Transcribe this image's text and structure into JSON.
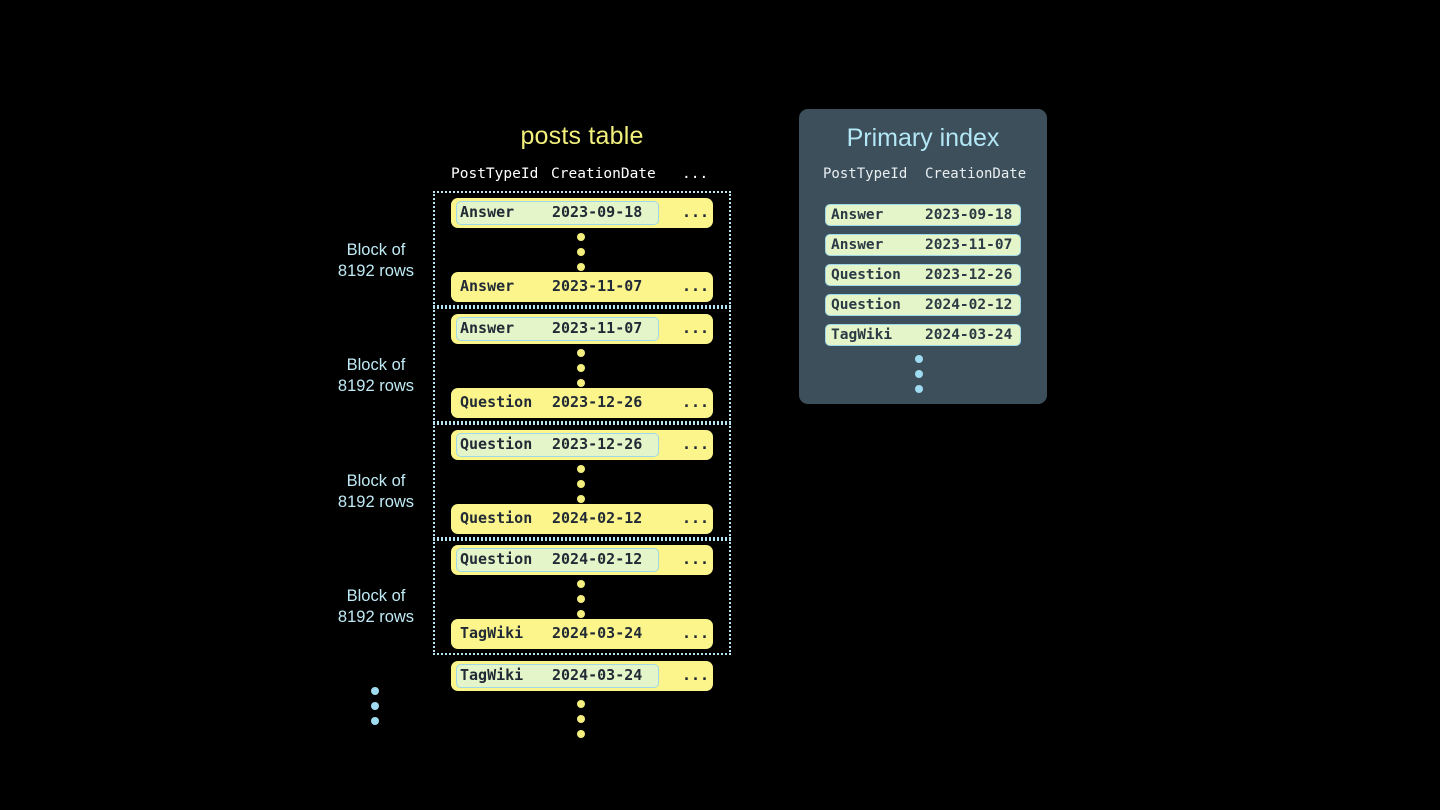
{
  "table": {
    "title": "posts table",
    "columns": [
      "PostTypeId",
      "CreationDate",
      "..."
    ],
    "blocks": [
      {
        "label_line1": "Block of",
        "label_line2": "8192 rows",
        "first_row": {
          "type": "Answer",
          "date": "2023-09-18",
          "more": "...",
          "marked": true
        },
        "last_row": {
          "type": "Answer",
          "date": "2023-11-07",
          "more": "...",
          "marked": false
        }
      },
      {
        "label_line1": "Block of",
        "label_line2": "8192 rows",
        "first_row": {
          "type": "Answer",
          "date": "2023-11-07",
          "more": "...",
          "marked": true
        },
        "last_row": {
          "type": "Question",
          "date": "2023-12-26",
          "more": "...",
          "marked": false
        }
      },
      {
        "label_line1": "Block of",
        "label_line2": "8192 rows",
        "first_row": {
          "type": "Question",
          "date": "2023-12-26",
          "more": "...",
          "marked": true
        },
        "last_row": {
          "type": "Question",
          "date": "2024-02-12",
          "more": "...",
          "marked": false
        }
      },
      {
        "label_line1": "Block of",
        "label_line2": "8192 rows",
        "first_row": {
          "type": "Question",
          "date": "2024-02-12",
          "more": "...",
          "marked": true
        },
        "last_row": {
          "type": "TagWiki",
          "date": "2024-03-24",
          "more": "...",
          "marked": false
        }
      }
    ],
    "trailing_row": {
      "type": "TagWiki",
      "date": "2024-03-24",
      "more": "...",
      "marked": true
    }
  },
  "index": {
    "title": "Primary index",
    "columns": [
      "PostTypeId",
      "CreationDate"
    ],
    "rows": [
      {
        "type": "Answer",
        "date": "2023-09-18"
      },
      {
        "type": "Answer",
        "date": "2023-11-07"
      },
      {
        "type": "Question",
        "date": "2023-12-26"
      },
      {
        "type": "Question",
        "date": "2024-02-12"
      },
      {
        "type": "TagWiki",
        "date": "2024-03-24"
      }
    ]
  },
  "colors": {
    "background": "#000000",
    "row_yellow": "#fbf58c",
    "mark_green": "#e4f6c9",
    "mark_border": "#9fd8e8",
    "block_border": "#b8e4ef",
    "label_blue": "#bfeaf5",
    "title_yellow": "#f2f07a",
    "panel_slate": "#3c4f5b",
    "index_title": "#b3e7f5",
    "dot_yellow": "#f5ef7e",
    "dot_blue": "#9fdcf2",
    "text_dark": "#222a36",
    "header_white": "#ffffff"
  }
}
